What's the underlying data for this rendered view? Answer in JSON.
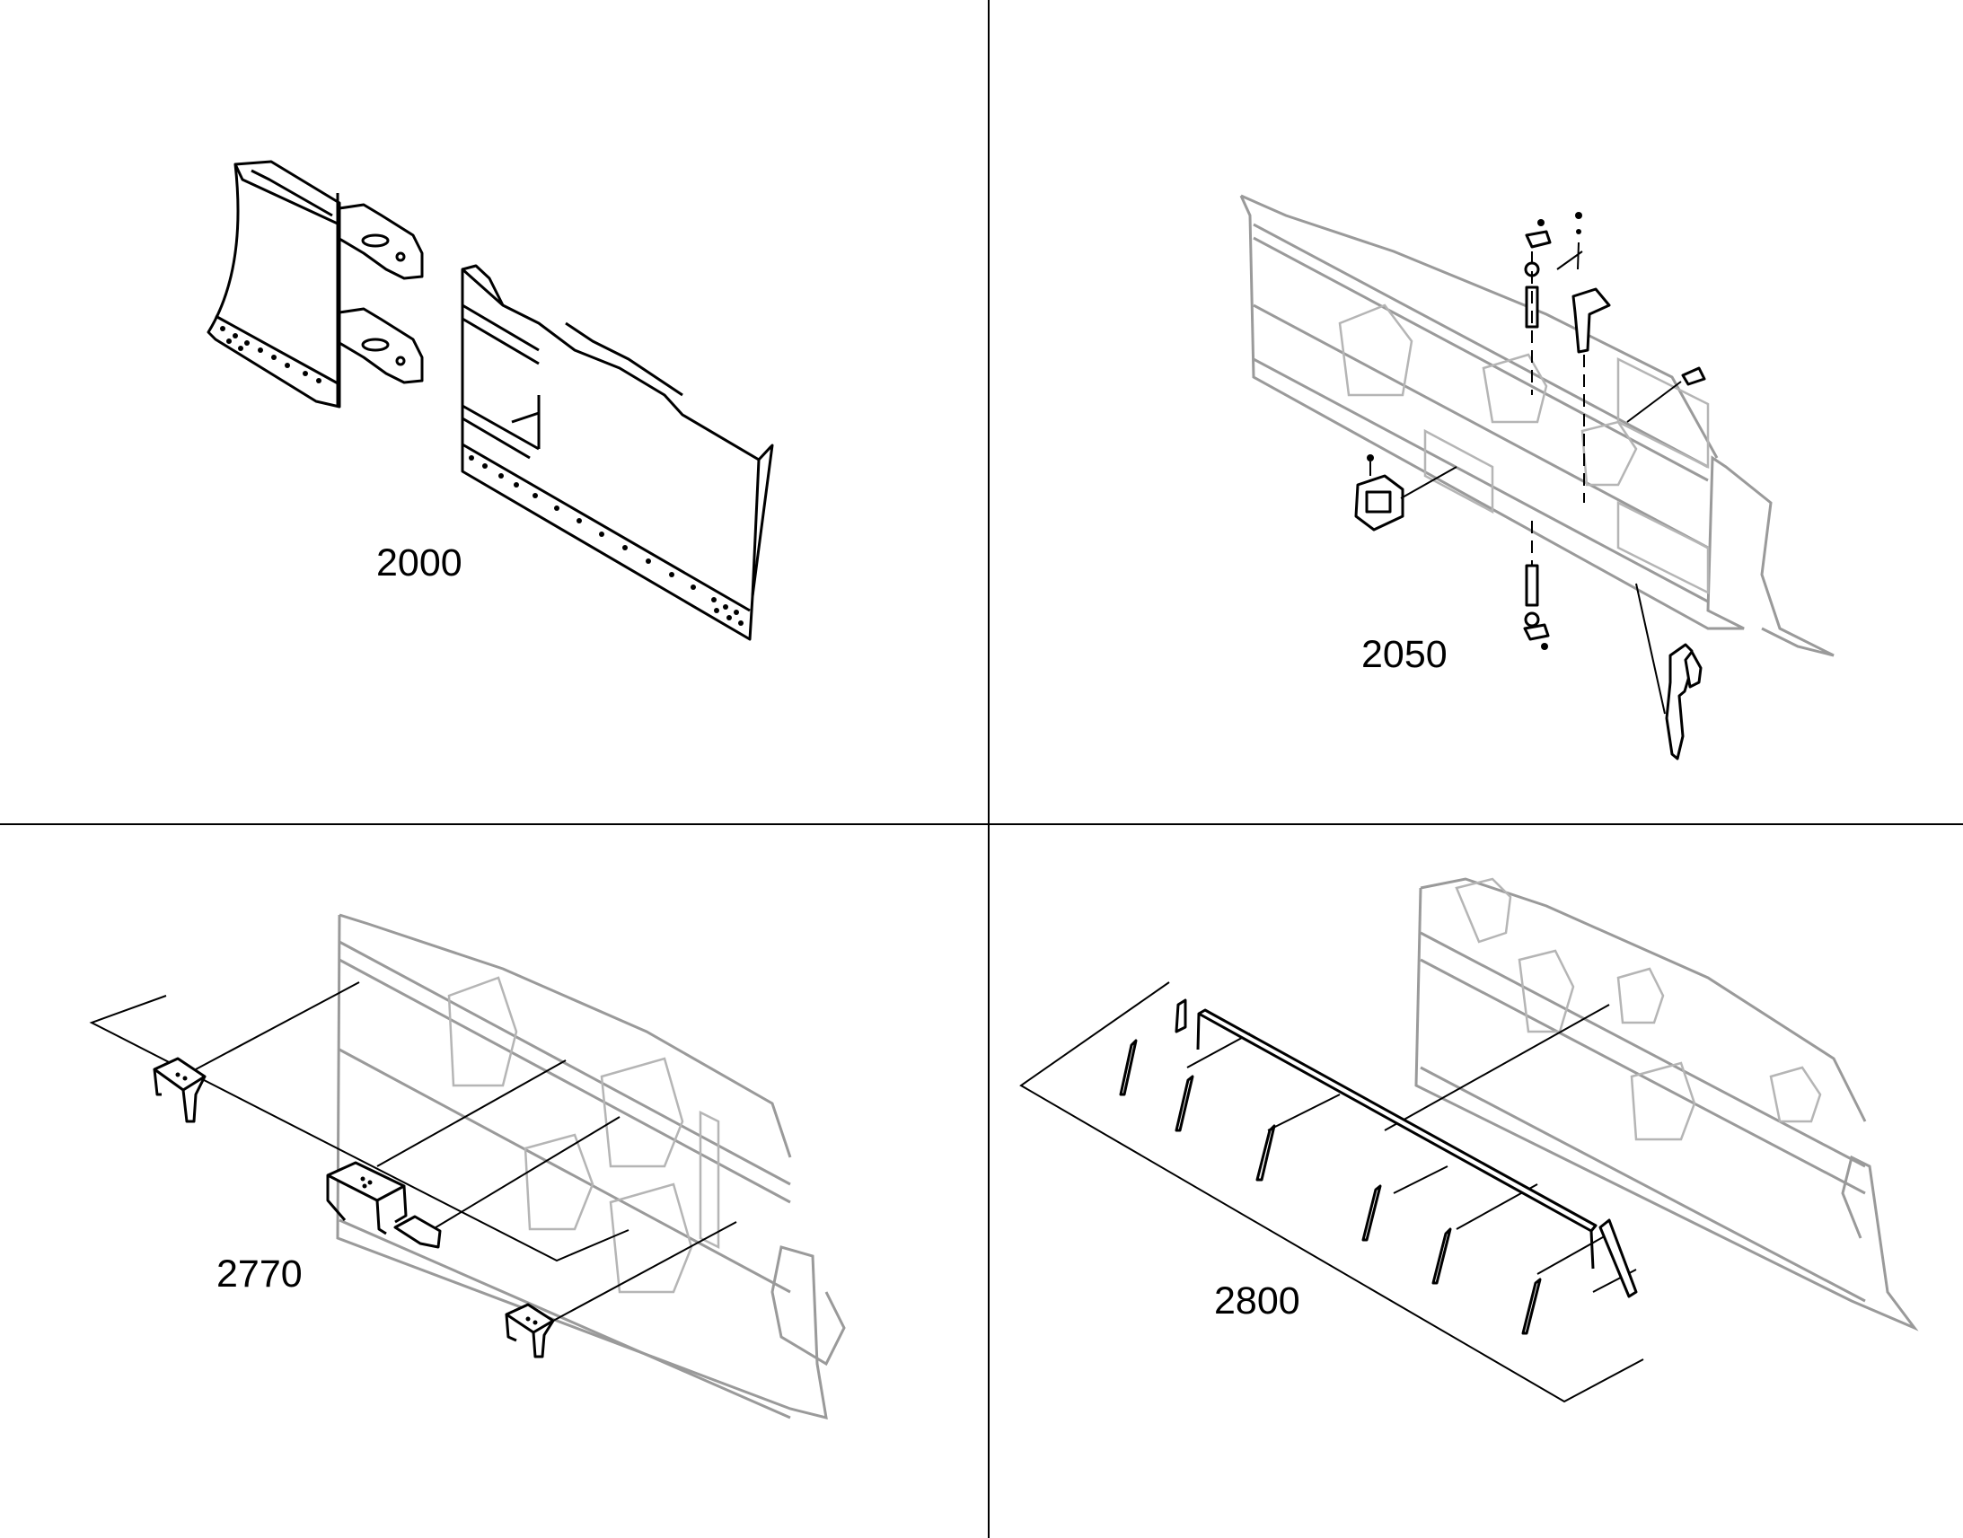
{
  "diagram": {
    "panels": [
      {
        "id": "top-left",
        "number": "2000"
      },
      {
        "id": "top-right",
        "number": "2050"
      },
      {
        "id": "bottom-left",
        "number": "2770"
      },
      {
        "id": "bottom-right",
        "number": "2800"
      }
    ]
  },
  "colors": {
    "line": "#000000",
    "ghost_line": "#9a9a9a",
    "background": "#ffffff"
  }
}
